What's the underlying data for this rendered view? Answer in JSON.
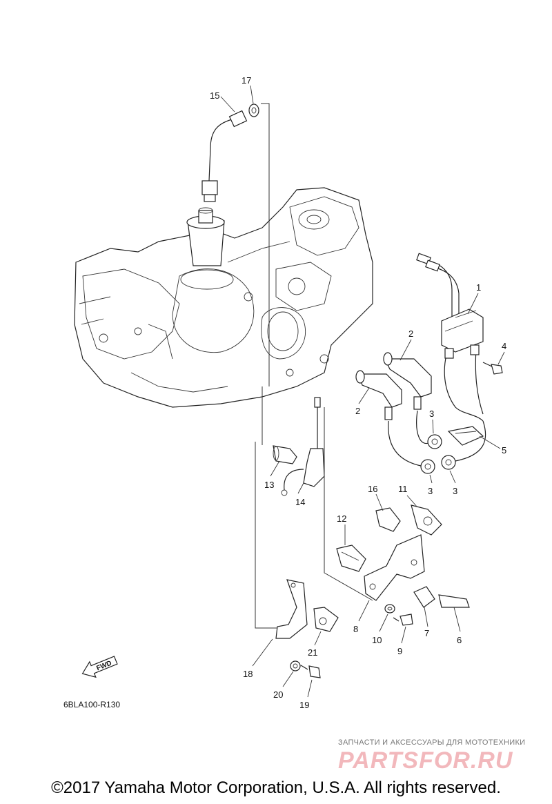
{
  "diagram": {
    "code": "6BLA100-R130",
    "fwd_label": "FWD",
    "callouts": [
      "1",
      "2",
      "2",
      "3",
      "3",
      "3",
      "4",
      "5",
      "6",
      "7",
      "8",
      "9",
      "10",
      "11",
      "12",
      "13",
      "14",
      "15",
      "16",
      "17",
      "18",
      "19",
      "20",
      "21"
    ]
  },
  "watermark": {
    "tagline": "ЗАПЧАСТИ И АКСЕССУАРЫ ДЛЯ МОТОТЕХНИКИ",
    "logo": "PARTSFOR.RU"
  },
  "footer": {
    "copyright": "©2017 Yamaha Motor Corporation, U.S.A. All rights reserved."
  }
}
